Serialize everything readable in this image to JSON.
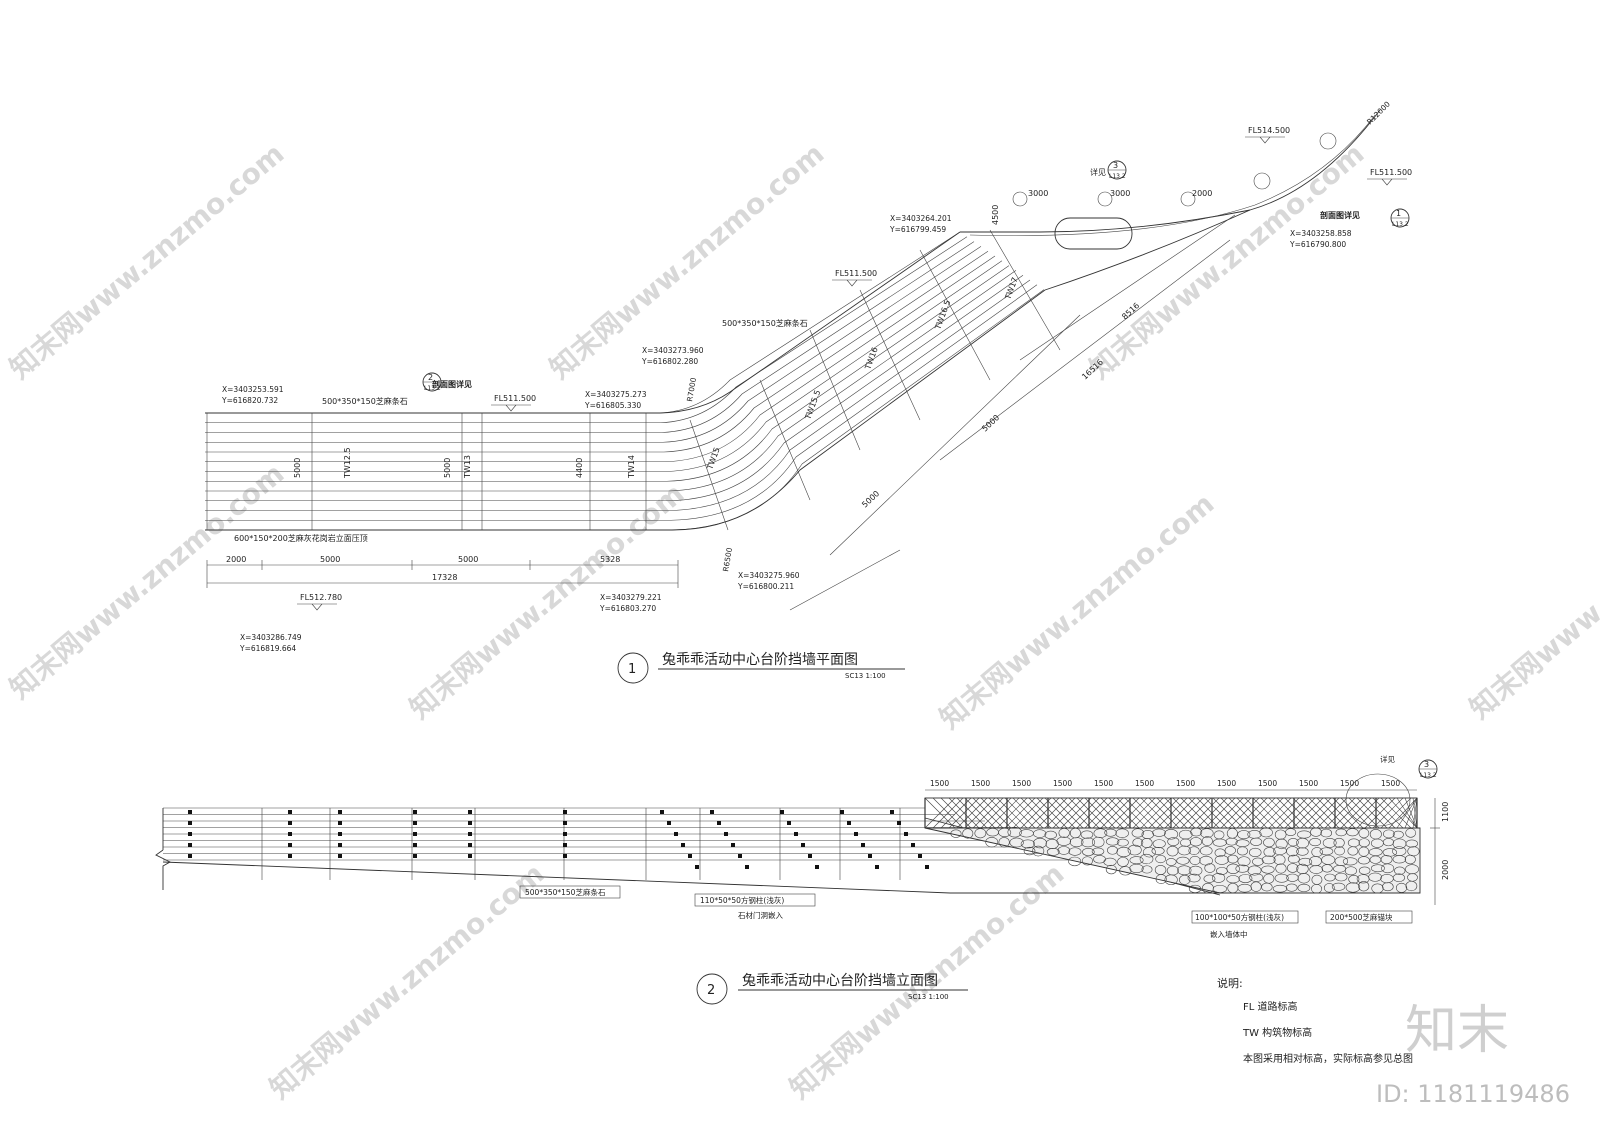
{
  "plan": {
    "title": "兔乖乖活动中心台阶挡墙平面图",
    "number": "1",
    "scale": "SC13 1:100",
    "coords": [
      "X=3403253.591",
      "Y=616820.732",
      "X=3403264.201",
      "Y=616799.459",
      "X=3403273.960",
      "Y=616802.280",
      "X=3403275.273",
      "Y=616805.330",
      "X=3403258.858",
      "Y=616790.800",
      "X=3403275.960",
      "Y=616800.211",
      "X=3403279.221",
      "Y=616803.270",
      "X=3403286.749",
      "Y=616819.664"
    ],
    "elevations": [
      "FL514.500",
      "FL511.500",
      "FL511.500",
      "FL511.500",
      "FL512.780"
    ],
    "notes": [
      "500*350*150芝麻条石",
      "500*350*150芝麻条石",
      "600*150*200芝麻灰花岗岩立面压顶",
      "剖面图详见",
      "剖面图详见",
      "详见",
      "3000",
      "3000",
      "2000",
      "4500"
    ],
    "dims_bottom": [
      "2000",
      "5000",
      "5000",
      "5328",
      "17328"
    ],
    "dims_diag": [
      "5000",
      "5000",
      "8516",
      "16516"
    ],
    "radii": [
      "R7000",
      "R6500",
      "R12000"
    ],
    "callouts": [
      {
        "num": "2",
        "ref": "L13.2"
      },
      {
        "num": "3",
        "ref": "L13.2"
      },
      {
        "num": "1",
        "ref": "L13.2"
      }
    ]
  },
  "elevation": {
    "title": "兔乖乖活动中心台阶挡墙立面图",
    "number": "2",
    "scale": "SC13 1:100",
    "top_dims": [
      "1500",
      "1500",
      "1500",
      "1500",
      "1500",
      "1500",
      "1500",
      "1500",
      "1500",
      "1500",
      "1500",
      "1500"
    ],
    "right_dims": [
      "1100",
      "2000"
    ],
    "notes": [
      "500*350*150芝麻条石",
      "110*50*50方钢柱(浅灰)",
      "石材门洞嵌入",
      "100*100*50方钢柱(浅灰)",
      "嵌入墙体中",
      "200*500芝麻锚块",
      "详见"
    ],
    "callout": {
      "num": "3",
      "ref": "L13.2"
    }
  },
  "legend": {
    "heading": "说明:",
    "lines": [
      "FL 道路标高",
      "TW 构筑物标高",
      "本图采用相对标高，实际标高参见总图"
    ]
  },
  "watermark": {
    "text": "知末网www.znzmo.com",
    "logo": "知末",
    "id": "ID: 1181119486"
  }
}
